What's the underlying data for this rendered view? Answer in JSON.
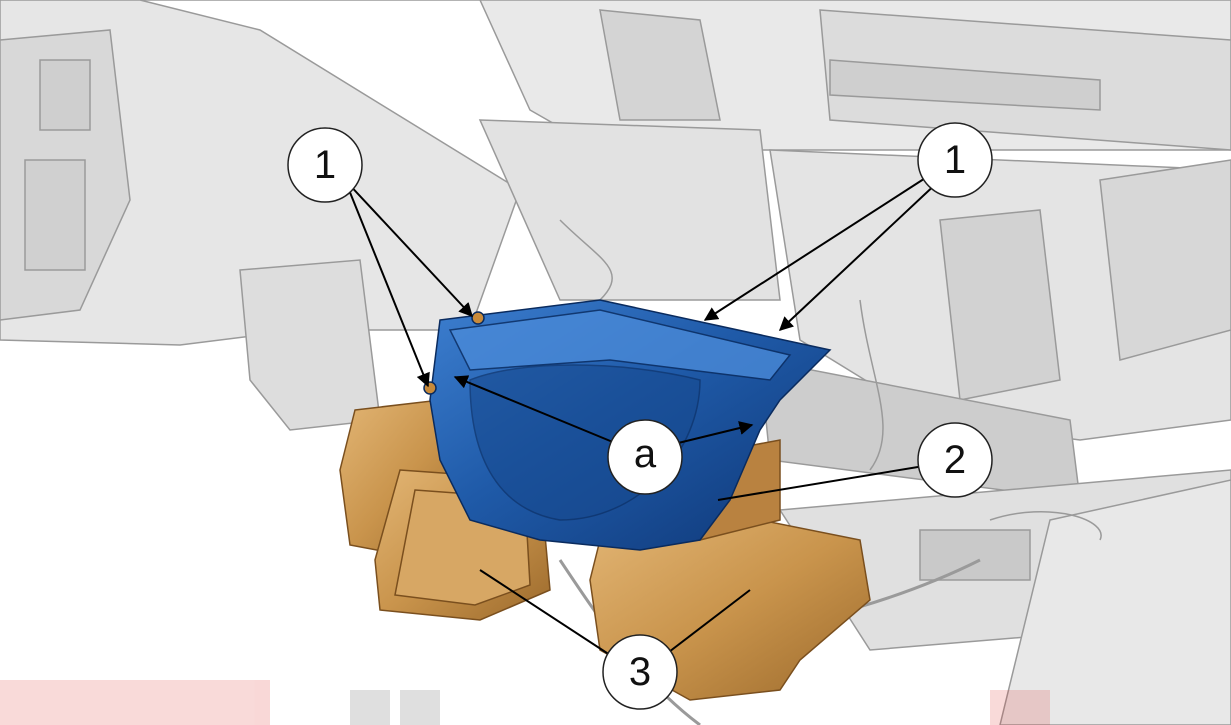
{
  "diagram": {
    "callouts": {
      "c1_left": "1",
      "c1_right": "1",
      "c_a": "a",
      "c2": "2",
      "c3": "3"
    },
    "parts": {
      "bracket_color": "#1f5aa8",
      "duct_color": "#c9944c",
      "background_part_color": "#d9d9d9"
    }
  }
}
